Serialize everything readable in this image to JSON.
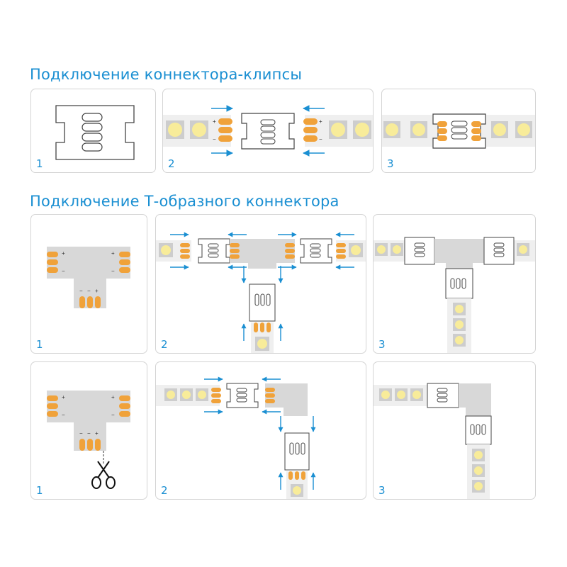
{
  "sections": {
    "clip": {
      "title": "Подключение коннектора-клипсы"
    },
    "t_connector": {
      "title": "Подключение Т-образного коннектора"
    }
  },
  "steps": {
    "s1": "1",
    "s2": "2",
    "s3": "3"
  },
  "pad_labels": {
    "plus": "+",
    "minus": "−"
  },
  "colors": {
    "accent": "#1a8fd2",
    "copper": "#f0a23a",
    "strip": "#efefef",
    "led_outer": "#cdcdcd",
    "led_inner": "#f8ec9a",
    "connector_stroke": "#444444",
    "panel_border": "#d4d4d4"
  },
  "icons": [
    "arrow-icon",
    "scissors-icon",
    "led-icon",
    "clip-connector-icon",
    "t-connector-icon",
    "copper-pads-icon"
  ]
}
